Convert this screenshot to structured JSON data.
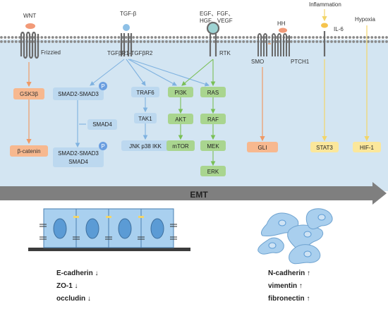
{
  "colors": {
    "cytoplasm": "#d3e5f2",
    "membrane_dot": "#8a8a8a",
    "blue_node": "#bcd8ef",
    "blue_arrow": "#7fb2e0",
    "green_node": "#a9d58f",
    "green_arrow": "#79bf55",
    "orange_node": "#f7b88f",
    "orange_arrow": "#ef9a66",
    "yellow_node": "#fbe79b",
    "yellow_arrow": "#f2d56a",
    "emt_bar": "#7f7f7f",
    "epithelial_cell": "#a9d0ef",
    "mesenchymal_cell": "#a9cfee"
  },
  "ligands": {
    "wnt": "WNT",
    "tgfb": "TGF-β",
    "gf_line1": "EGF、FGF、",
    "gf_line2": "HGF、VEGF",
    "hh": "HH",
    "inflammation": "Inflammation",
    "il6": "IL-6",
    "hypoxia": "Hypoxia"
  },
  "receptors": {
    "frizzled": "Frizzied",
    "tgfbr": "TGFβR1-TGFβR2",
    "rtk": "RTK",
    "smo": "SMO",
    "ptch1": "PTCH1"
  },
  "nodes": {
    "gsk3b": "GSK3β",
    "bcatenin": "β-catenin",
    "smad23": "SMAD2-SMAD3",
    "smad4": "SMAD4",
    "smad23_b": "SMAD2-SMAD3",
    "smad4_b": "SMAD4",
    "traf6": "TRAF6",
    "tak1": "TAK1",
    "jnk": "JNK p38 IKK",
    "pi3k": "PI3K",
    "akt": "AKT",
    "mtor": "mTOR",
    "ras": "RAS",
    "raf": "RAF",
    "mek": "MEK",
    "erk": "ERK",
    "gli": "GLI",
    "stat3": "STAT3",
    "hif1": "HIF-1",
    "phospho": "P"
  },
  "emt_label": "EMT",
  "epithelial_markers": [
    "E-cadherin ↓",
    "ZO-1 ↓",
    "occludin ↓"
  ],
  "mesenchymal_markers": [
    "N-cadherin ↑",
    "vimentin ↑",
    "fibronectin ↑"
  ]
}
